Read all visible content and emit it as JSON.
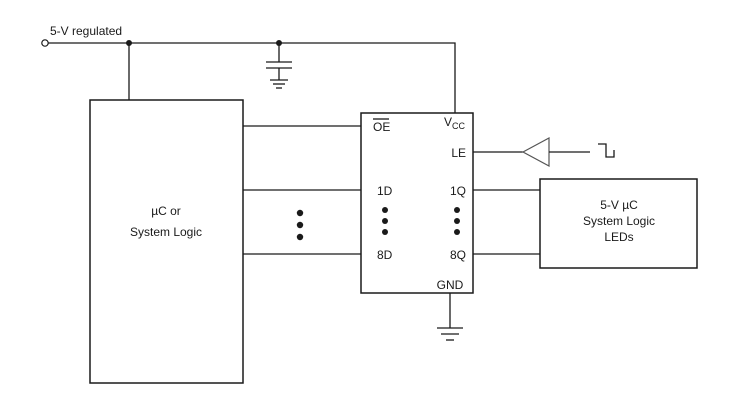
{
  "supply": {
    "label": "5-V regulated"
  },
  "controller": {
    "line1": "µC or",
    "line2": "System Logic"
  },
  "latch": {
    "oe_label": "OE",
    "vcc_main": "V",
    "vcc_sub": "CC",
    "le_label": "LE",
    "d1_label": "1D",
    "q1_label": "1Q",
    "d8_label": "8D",
    "q8_label": "8Q",
    "gnd_label": "GND"
  },
  "load": {
    "line1": "5-V µC",
    "line2": "System Logic",
    "line3": "LEDs"
  },
  "colors": {
    "line": "#1a1a1a",
    "buffer": "#555555",
    "background": "#ffffff"
  }
}
